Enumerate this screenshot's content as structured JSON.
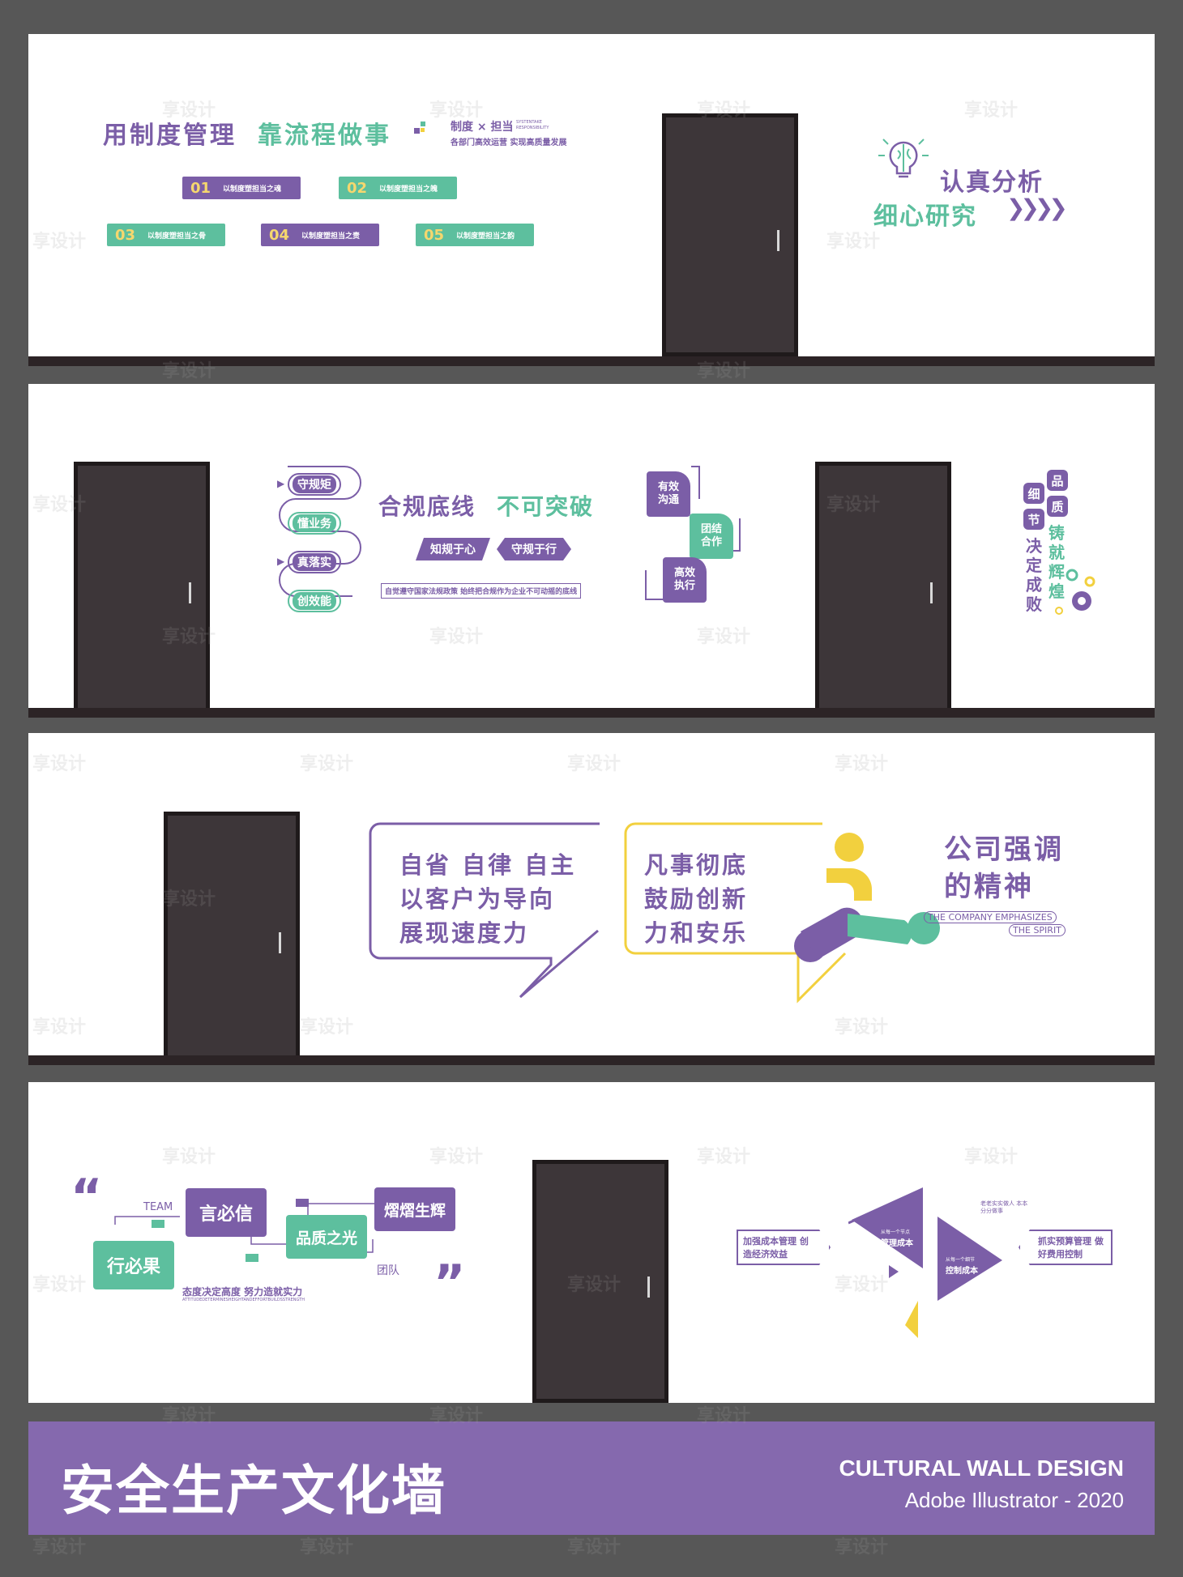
{
  "panel1": {
    "title_purple": "用制度管理",
    "title_green": "靠流程做事",
    "sub_main": "制度 × 担当",
    "sub_en": "SYSTENTAKE RESPONSIBILITY",
    "sub_line": "各部门高效运营 实现高质量发展",
    "tags": [
      {
        "num": "01",
        "text": "以制度塑担当之魂"
      },
      {
        "num": "02",
        "text": "以制度塑担当之魄"
      },
      {
        "num": "03",
        "text": "以制度塑担当之骨"
      },
      {
        "num": "04",
        "text": "以制度塑担当之责"
      },
      {
        "num": "05",
        "text": "以制度塑担当之韵"
      }
    ],
    "right_line1": "认真分析",
    "right_line2": "细心研究"
  },
  "panel2": {
    "pills": [
      "守规矩",
      "懂业务",
      "真落实",
      "创效能"
    ],
    "title_purple": "合规底线",
    "title_green": "不可突破",
    "tag_left": "知规于心",
    "tag_right": "守规于行",
    "subline": "自觉遵守国家法规政策 始终把合规作为企业不可动摇的底线",
    "squares": [
      "有效\n沟通",
      "团结\n合作",
      "高效\n执行"
    ],
    "hex_words": [
      "品",
      "细",
      "质",
      "节"
    ],
    "vertical_green": "铸就辉煌",
    "vertical_purple": "决定成败"
  },
  "panel3": {
    "bubble1": [
      "自省 自律 自主",
      "以客户为导向",
      "展现速度力"
    ],
    "bubble2": [
      "凡事彻底",
      "鼓励创新",
      "力和安乐"
    ],
    "title_line1": "公司强调",
    "title_line2": "的精神",
    "en_line1": "THE COMPANY EMPHASIZES",
    "en_line2": "THE SPIRIT"
  },
  "panel4": {
    "team": "TEAM",
    "b1": "言必信",
    "b2": "行必果",
    "b3": "品质之光",
    "b4": "熠熠生辉",
    "team_cn": "团队",
    "slogan": "态度决定高度 努力造就实力",
    "slogan_en": "ATTITUDEDETERMINESHEIGHTANDEFFORTBUILDSSTRENGTH",
    "left_tag": "加强成本管理 创造经济效益",
    "right_tag": "抓实预算管理 做好费用控制",
    "tri1_small": "从每一个节点",
    "tri1_main": "管理成本",
    "tri2_small": "从每一个细节",
    "tri2_main": "控制成本",
    "top_note": "老老实实做人 本本分分做事"
  },
  "band": {
    "title_cn": "安全生产文化墙",
    "title_en": "CULTURAL WALL DESIGN",
    "subtitle": "Adobe Illustrator - 2020"
  },
  "watermark": "享设计",
  "colors": {
    "purple": "#7b5ea7",
    "green": "#5dbf9e",
    "yellow": "#f2d03e",
    "door": "#3d3639",
    "floor": "#2c2426",
    "band": "#8569ae",
    "bg": "#575757"
  }
}
